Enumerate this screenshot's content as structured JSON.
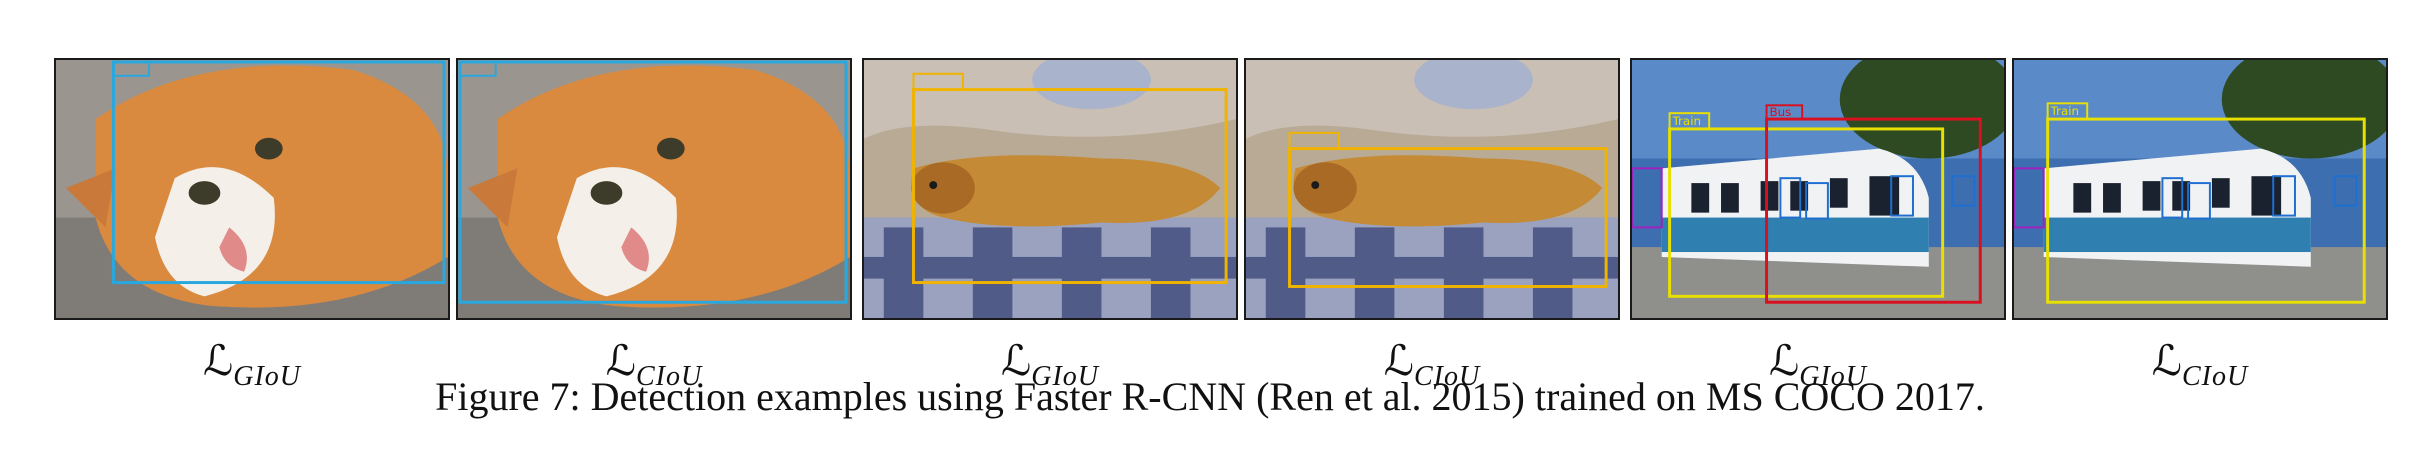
{
  "panels": [
    {
      "subject": "cat",
      "loss_symbol": "ℒ",
      "loss_sub": "GIoU",
      "box_label": ""
    },
    {
      "subject": "cat",
      "loss_symbol": "ℒ",
      "loss_sub": "CIoU",
      "box_label": ""
    },
    {
      "subject": "dog",
      "loss_symbol": "ℒ",
      "loss_sub": "GIoU",
      "box_label": ""
    },
    {
      "subject": "dog",
      "loss_symbol": "ℒ",
      "loss_sub": "CIoU",
      "box_label": ""
    },
    {
      "subject": "train",
      "loss_symbol": "ℒ",
      "loss_sub": "GIoU",
      "box_label_1": "Train",
      "box_label_2": "Bus"
    },
    {
      "subject": "train",
      "loss_symbol": "ℒ",
      "loss_sub": "CIoU",
      "box_label_1": "Train"
    }
  ],
  "colors": {
    "cat_box": "#29a8e0",
    "dog_box": "#f0b400",
    "train_box": "#e8e000",
    "bus_box": "#d81020",
    "person_box": "#1e6fd0",
    "purple_box": "#a020c0"
  },
  "caption": "Figure 7: Detection examples using Faster R-CNN (Ren et al. 2015) trained on MS COCO 2017."
}
